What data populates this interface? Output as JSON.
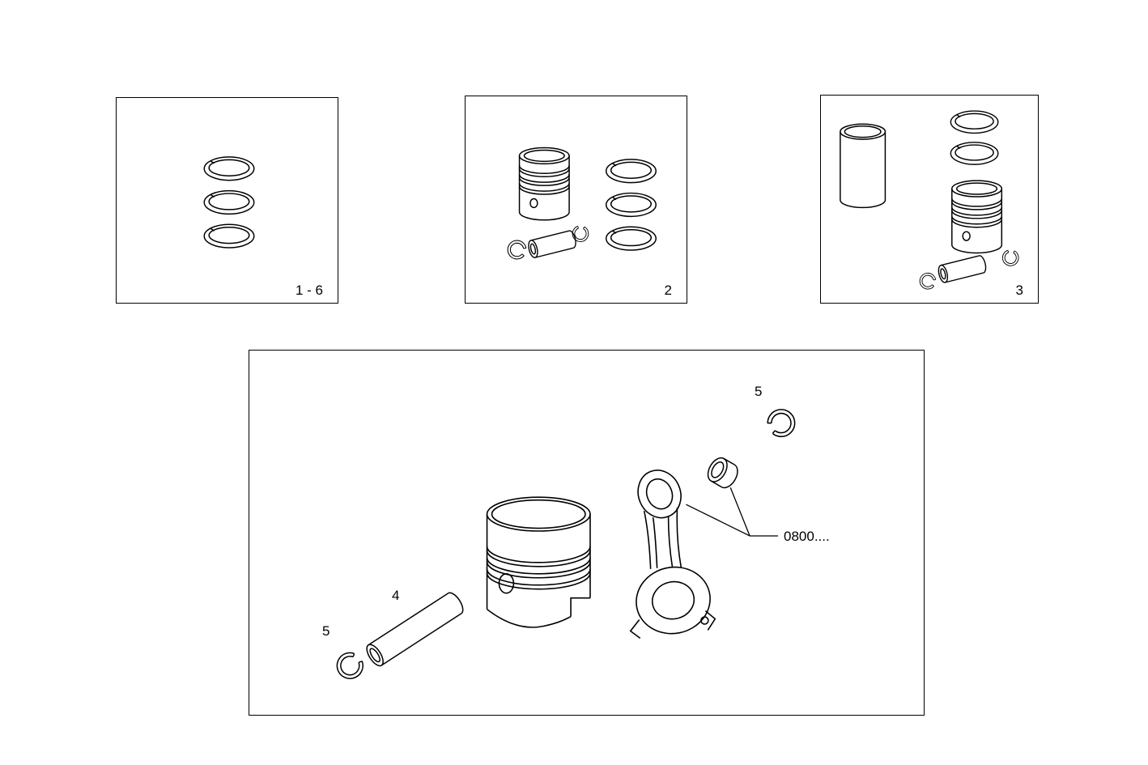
{
  "page": {
    "background_color": "#ffffff",
    "line_color": "#000000"
  },
  "panels": [
    {
      "name": "piston-ring-set",
      "label": "1 - 6"
    },
    {
      "name": "piston-assembly-kit",
      "label": "2"
    },
    {
      "name": "piston-liner-kit",
      "label": "3"
    }
  ],
  "main_panel": {
    "callouts": {
      "piston_pin_label": "4",
      "circlip_bottom_label": "5",
      "circlip_top_label": "5",
      "part_number_label": "0800...."
    }
  }
}
